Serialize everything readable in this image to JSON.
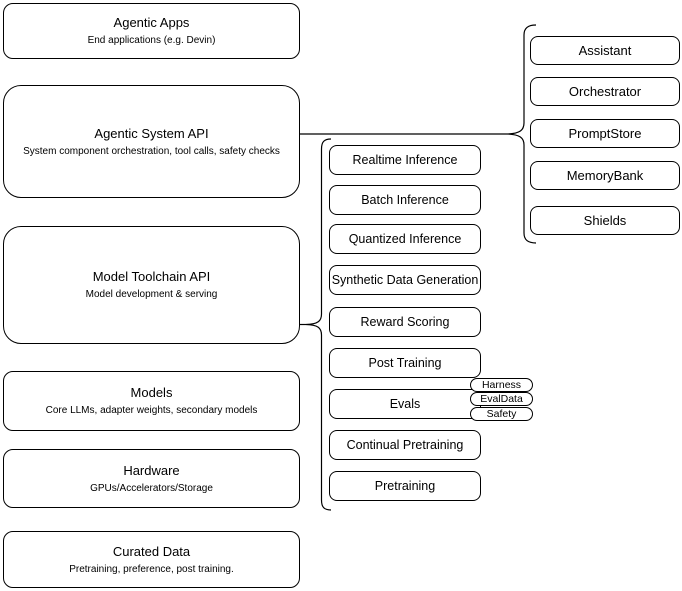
{
  "colors": {
    "stroke": "#000000",
    "fill": "#ffffff",
    "text": "#000000"
  },
  "stack": {
    "boxes": [
      {
        "title": "Agentic Apps",
        "subtitle": "End applications (e.g. Devin)"
      },
      {
        "title": "Agentic System API",
        "subtitle": "System component orchestration, tool calls, safety checks"
      },
      {
        "title": "Model Toolchain API",
        "subtitle": "Model development & serving"
      },
      {
        "title": "Models",
        "subtitle": "Core LLMs, adapter weights, secondary models"
      },
      {
        "title": "Hardware",
        "subtitle": "GPUs/Accelerators/Storage"
      },
      {
        "title": "Curated Data",
        "subtitle": "Pretraining, preference, post training."
      }
    ]
  },
  "toolchain": {
    "items": [
      "Realtime Inference",
      "Batch Inference",
      "Quantized Inference",
      "Synthetic Data Generation",
      "Reward Scoring",
      "Post Training",
      "Evals",
      "Continual Pretraining",
      "Pretraining"
    ]
  },
  "evals": {
    "tags": [
      "Harness",
      "EvalData",
      "Safety"
    ]
  },
  "system": {
    "components": [
      "Assistant",
      "Orchestrator",
      "PromptStore",
      "MemoryBank",
      "Shields"
    ]
  }
}
